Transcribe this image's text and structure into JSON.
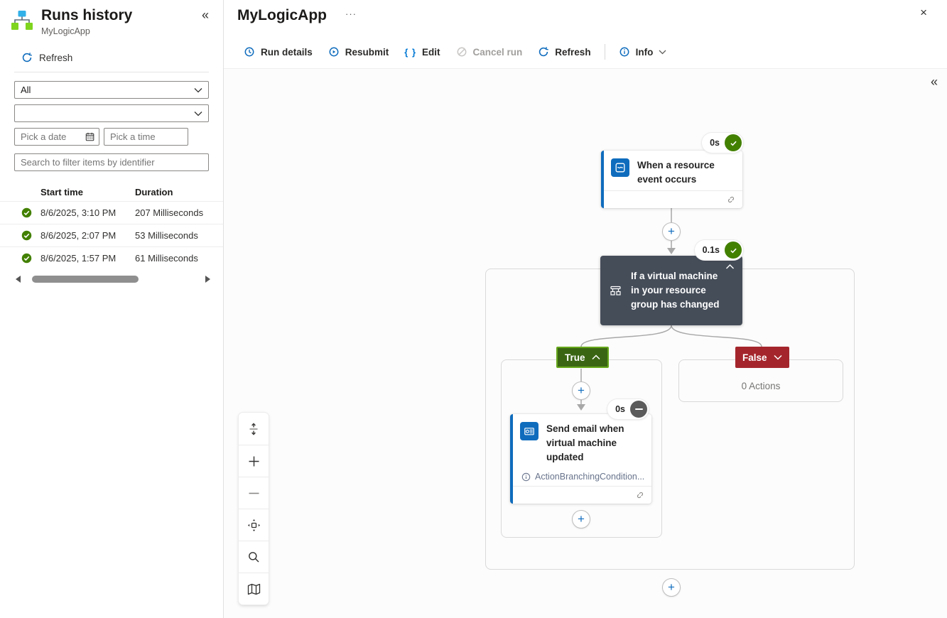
{
  "icons": {
    "collapse_panel": "«",
    "canvas_collapse": "«",
    "more": "···",
    "close": "×",
    "edit_braces": "{ }",
    "plus": "+"
  },
  "panel": {
    "title": "Runs history",
    "subtitle": "MyLogicApp",
    "refresh_label": "Refresh",
    "filters": {
      "type_value": "All",
      "second_value": "",
      "date_placeholder": "Pick a date",
      "time_placeholder": "Pick a time",
      "search_placeholder": "Search to filter items by identifier"
    },
    "table": {
      "columns": [
        "Start time",
        "Duration"
      ],
      "rows": [
        {
          "status": "succeeded",
          "start": "8/6/2025, 3:10 PM",
          "duration": "207 Milliseconds"
        },
        {
          "status": "succeeded",
          "start": "8/6/2025, 2:07 PM",
          "duration": "53 Milliseconds"
        },
        {
          "status": "succeeded",
          "start": "8/6/2025, 1:57 PM",
          "duration": "61 Milliseconds"
        }
      ]
    }
  },
  "header": {
    "title": "MyLogicApp",
    "toolbar": {
      "run_details": "Run details",
      "resubmit": "Resubmit",
      "edit": "Edit",
      "cancel_run": "Cancel run",
      "refresh": "Refresh",
      "info": "Info"
    }
  },
  "canvas": {
    "trigger": {
      "title": "When a resource event occurs",
      "duration": "0s",
      "status": "succeeded"
    },
    "condition": {
      "title": "If a virtual machine in your resource group has changed",
      "duration": "0.1s",
      "status": "succeeded"
    },
    "action": {
      "title": "Send email when virtual machine updated",
      "note": "ActionBranchingCondition...",
      "duration": "0s",
      "status": "skipped"
    },
    "true_branch": {
      "label": "True"
    },
    "false_branch": {
      "label": "False",
      "empty_text": "0 Actions"
    }
  },
  "colors": {
    "accent_blue": "#0f6cbd",
    "success_green": "#428000",
    "condition_card": "#454d59",
    "true_badge_fill": "#3a6613",
    "true_badge_border": "#68a81d",
    "false_badge_fill": "#a4262c",
    "skipped_gray": "#5b5b5b"
  }
}
